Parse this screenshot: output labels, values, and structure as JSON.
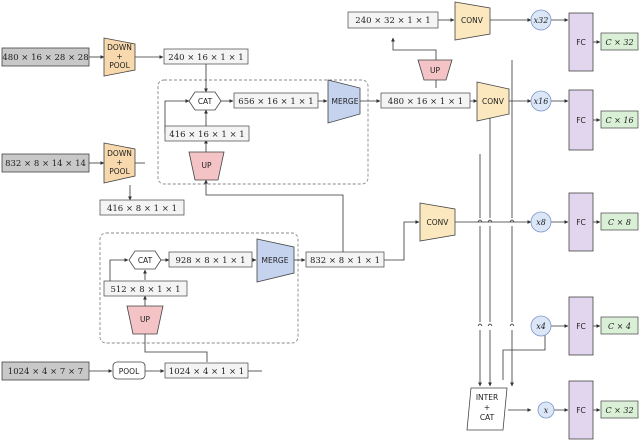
{
  "inputs": {
    "in1": "480 × 16 × 28 × 28",
    "in2": "832 × 8 × 14 × 14",
    "in3": "1024 × 4 × 7 × 7"
  },
  "tensors": {
    "t1": "240 × 16 × 1 × 1",
    "t2": "656 × 16 × 1 × 1",
    "t3": "416 × 16 × 1 × 1",
    "t4": "480 × 16 × 1 × 1",
    "t5": "416 × 8 × 1 × 1",
    "t6": "240 × 32 × 1 × 1",
    "t7": "928 × 8 × 1 × 1",
    "t8": "832 × 8 × 1 × 1",
    "t9": "512 × 8 × 1 × 1",
    "t10": "1024 × 4 × 1 × 1"
  },
  "blocks": {
    "down": [
      "DOWN",
      "+",
      "POOL"
    ],
    "cat": "CAT",
    "merge": "MERGE",
    "up": "UP",
    "conv": "CONV",
    "pool": "POOL",
    "fc": "FC",
    "inter": [
      "INTER",
      "+",
      "CAT"
    ]
  },
  "variables": {
    "x32": "x32",
    "x16": "x16",
    "x8": "x8",
    "x4": "x4",
    "x": "x"
  },
  "outputs": {
    "o1": "C × 32",
    "o2": "C × 16",
    "o3": "C × 8",
    "o4": "C × 4",
    "o5": "C × 32"
  },
  "colors": {
    "input_gray": "#c8c8c8",
    "down_orange": "#f7d9ad",
    "conv_yellow": "#fbe8bf",
    "merge_blue": "#c6d3ef",
    "up_red": "#f3c3c6",
    "fc_purple": "#e2d6ef",
    "out_green": "#daf0d6",
    "var_blue": "#dbe6f7"
  }
}
